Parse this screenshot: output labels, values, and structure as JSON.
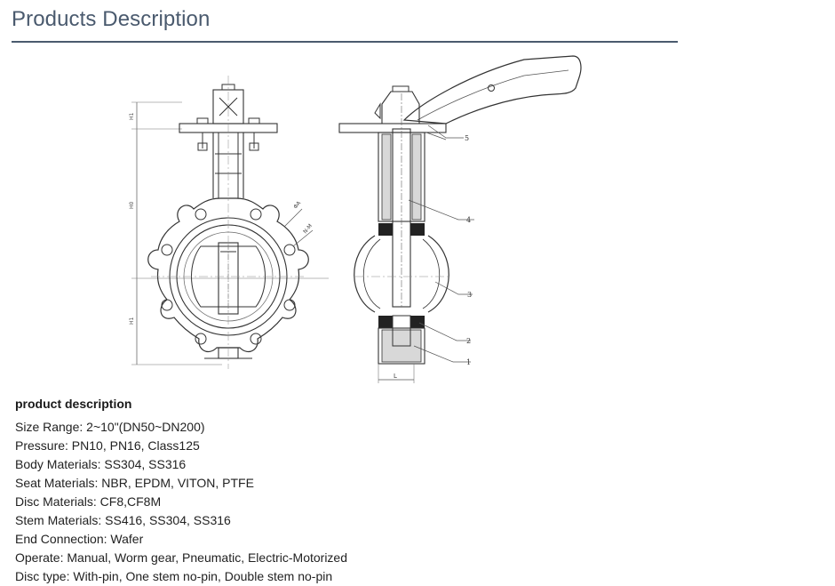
{
  "section": {
    "title": "Products Description"
  },
  "drawing": {
    "part_labels": [
      "5",
      "4",
      "3",
      "2",
      "1"
    ],
    "dim_labels": [
      "H1",
      "H0",
      "H1",
      "L",
      "ΦA",
      "N-M"
    ]
  },
  "description": {
    "heading": "product description",
    "specs": [
      "Size Range: 2~10\"(DN50~DN200)",
      "Pressure: PN10, PN16, Class125",
      "Body Materials: SS304, SS316",
      "Seat Materials: NBR, EPDM, VITON, PTFE",
      "Disc Materials: CF8,CF8M",
      "Stem Materials: SS416, SS304, SS316",
      "End Connection: Wafer",
      "Operate: Manual, Worm gear, Pneumatic, Electric-Motorized",
      "Disc type: With-pin, One stem no-pin, Double stem no-pin"
    ]
  },
  "colors": {
    "title": "#4a5a6e",
    "line": "#333333",
    "fill": "#d8d8d8"
  }
}
